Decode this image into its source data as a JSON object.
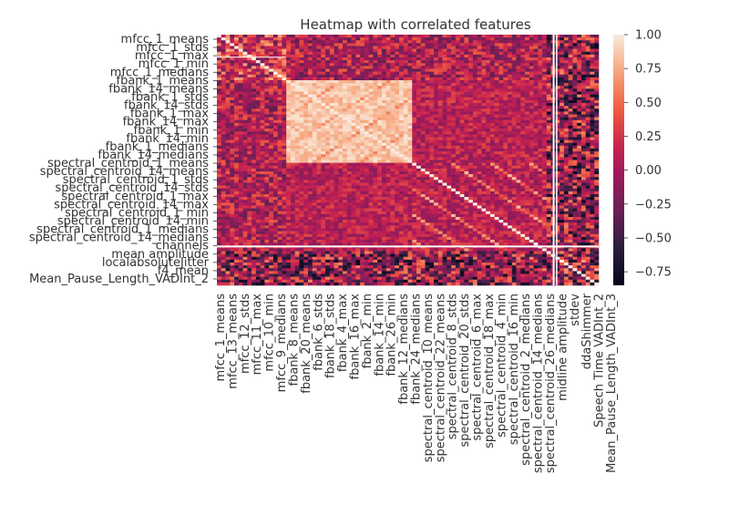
{
  "chart_data": {
    "type": "heatmap",
    "title": "Heatmap with correlated features",
    "xlabel": "",
    "ylabel": "",
    "y_tick_labels": [
      "mfcc_1_means",
      "mfcc_1_stds",
      "mfcc_1_max",
      "mfcc_1_min",
      "mfcc_1_medians",
      "fbank_1_means",
      "fbank_14_means",
      "fbank_1_stds",
      "fbank_14_stds",
      "fbank_1_max",
      "fbank_14_max",
      "fbank_1_min",
      "fbank_14_min",
      "fbank_1_medians",
      "fbank_14_medians",
      "spectral_centroid_1_means",
      "spectral_centroid_14_means",
      "spectral_centroid_1_stds",
      "spectral_centroid_14_stds",
      "spectral_centroid_1_max",
      "spectral_centroid_14_max",
      "spectral_centroid_1_min",
      "spectral_centroid_14_min",
      "spectral_centroid_1_medians",
      "spectral_centroid_14_medians",
      "channels",
      "mean amplitude",
      "localabsoluteJitter",
      "f4_mean",
      "Mean_Pause_Length_VADInt_2"
    ],
    "x_tick_labels": [
      "mfcc_1_means",
      "mfcc_13_means",
      "mfcc_12_stds",
      "mfcc_11_max",
      "mfcc_10_min",
      "mfcc_9_medians",
      "fbank_8_means",
      "fbank_20_means",
      "fbank_6_stds",
      "fbank_18_stds",
      "fbank_4_max",
      "fbank_16_max",
      "fbank_2_min",
      "fbank_14_min",
      "fbank_26_min",
      "fbank_12_medians",
      "fbank_24_medians",
      "spectral_centroid_10_means",
      "spectral_centroid_22_means",
      "spectral_centroid_8_stds",
      "spectral_centroid_20_stds",
      "spectral_centroid_6_max",
      "spectral_centroid_18_max",
      "spectral_centroid_4_min",
      "spectral_centroid_16_min",
      "spectral_centroid_2_medians",
      "spectral_centroid_14_medians",
      "spectral_centroid_26_medians",
      "midline amplitude",
      "stdev",
      "ddaShimmer",
      "Speech Time VADInt_2",
      "Mean_Pause_Length_VADInt_3"
    ],
    "colorbar": {
      "ticks": [
        "1.00",
        "0.75",
        "0.50",
        "0.25",
        "0.00",
        "−0.25",
        "−0.50",
        "−0.75"
      ],
      "range": [
        -0.85,
        1.0
      ]
    },
    "blocks": [
      {
        "region": "fbank x fbank",
        "value": 0.85
      },
      {
        "region": "mfcc x mfcc",
        "value": 0.2
      },
      {
        "region": "spectral_centroid x spectral_centroid",
        "value": 0.1
      },
      {
        "region": "fbank x spectral_centroid",
        "value": 0.1
      },
      {
        "region": "background",
        "value": 0.05
      }
    ]
  }
}
